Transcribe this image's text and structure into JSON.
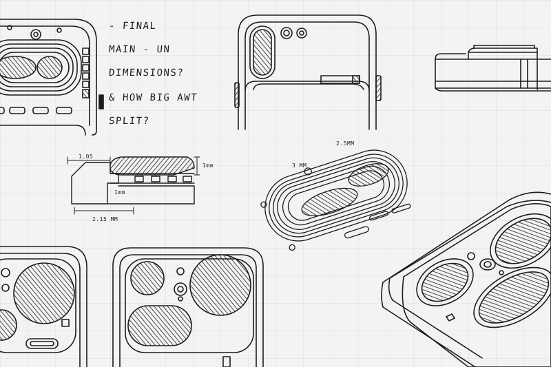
{
  "notes": {
    "line1": "- FINAL",
    "line2": "MAIN - UN",
    "line3": "DIMENSIONS?",
    "line4": "& HOW BIG AWT",
    "line5": "SPLIT?"
  },
  "dimensions": {
    "width_top": "1.05",
    "height_right": "1mm",
    "inner": "1mm",
    "width_bottom": "2.15 MM",
    "iso_top": "2.5MM",
    "iso_left": "3 MM"
  },
  "colors": {
    "paper": "#f3f3f3",
    "grid": "#dcdcdc",
    "ink": "#1c1c1c"
  }
}
